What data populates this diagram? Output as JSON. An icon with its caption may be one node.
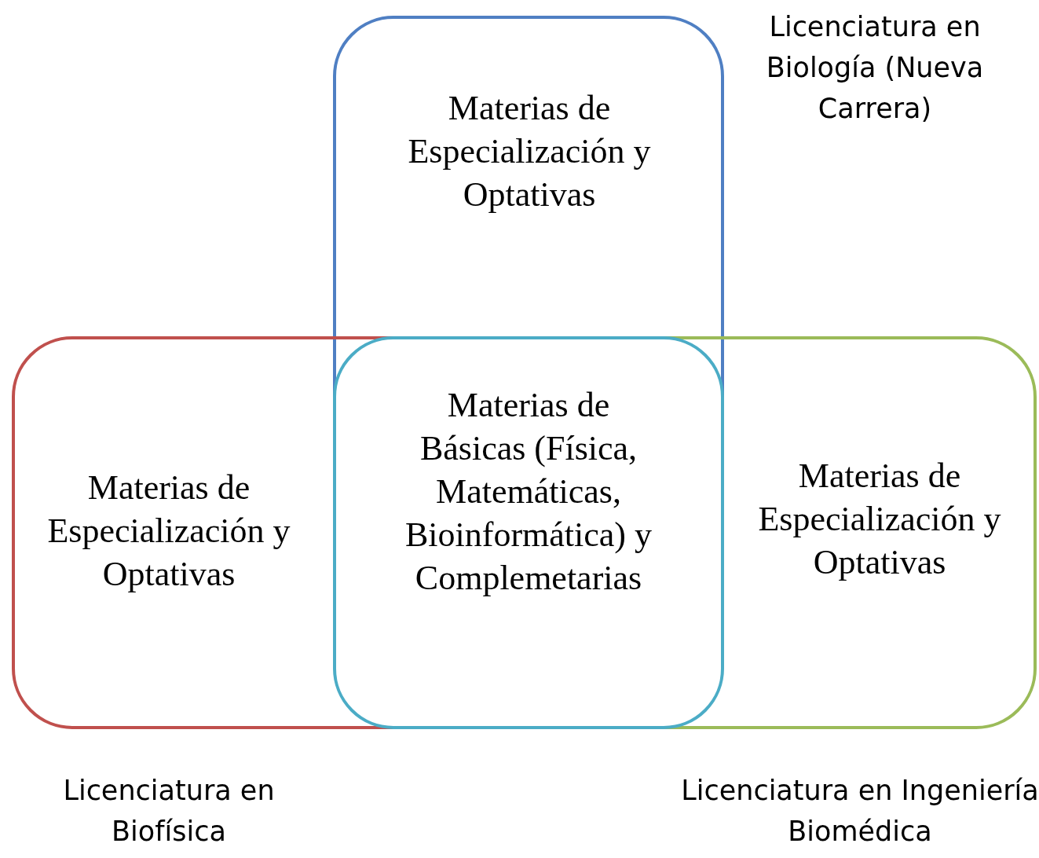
{
  "diagram": {
    "nodes": [
      {
        "text": [
          "Materias de Especialización y Optativas",
          "Licenciatura en Biología (Nueva Carrera)"
        ]
      },
      {
        "text": [
          "Materias de Especialización y Optativas",
          "Licenciatura en Biofísica"
        ]
      },
      {
        "text": [
          "Materias de Básicas (Física, Matemáticas, Bioinformática) y Complemetarias"
        ]
      },
      {
        "text": [
          "Materias de Especialización y Optativas",
          "Licenciatura en Ingeniería Biomédica"
        ]
      }
    ]
  }
}
